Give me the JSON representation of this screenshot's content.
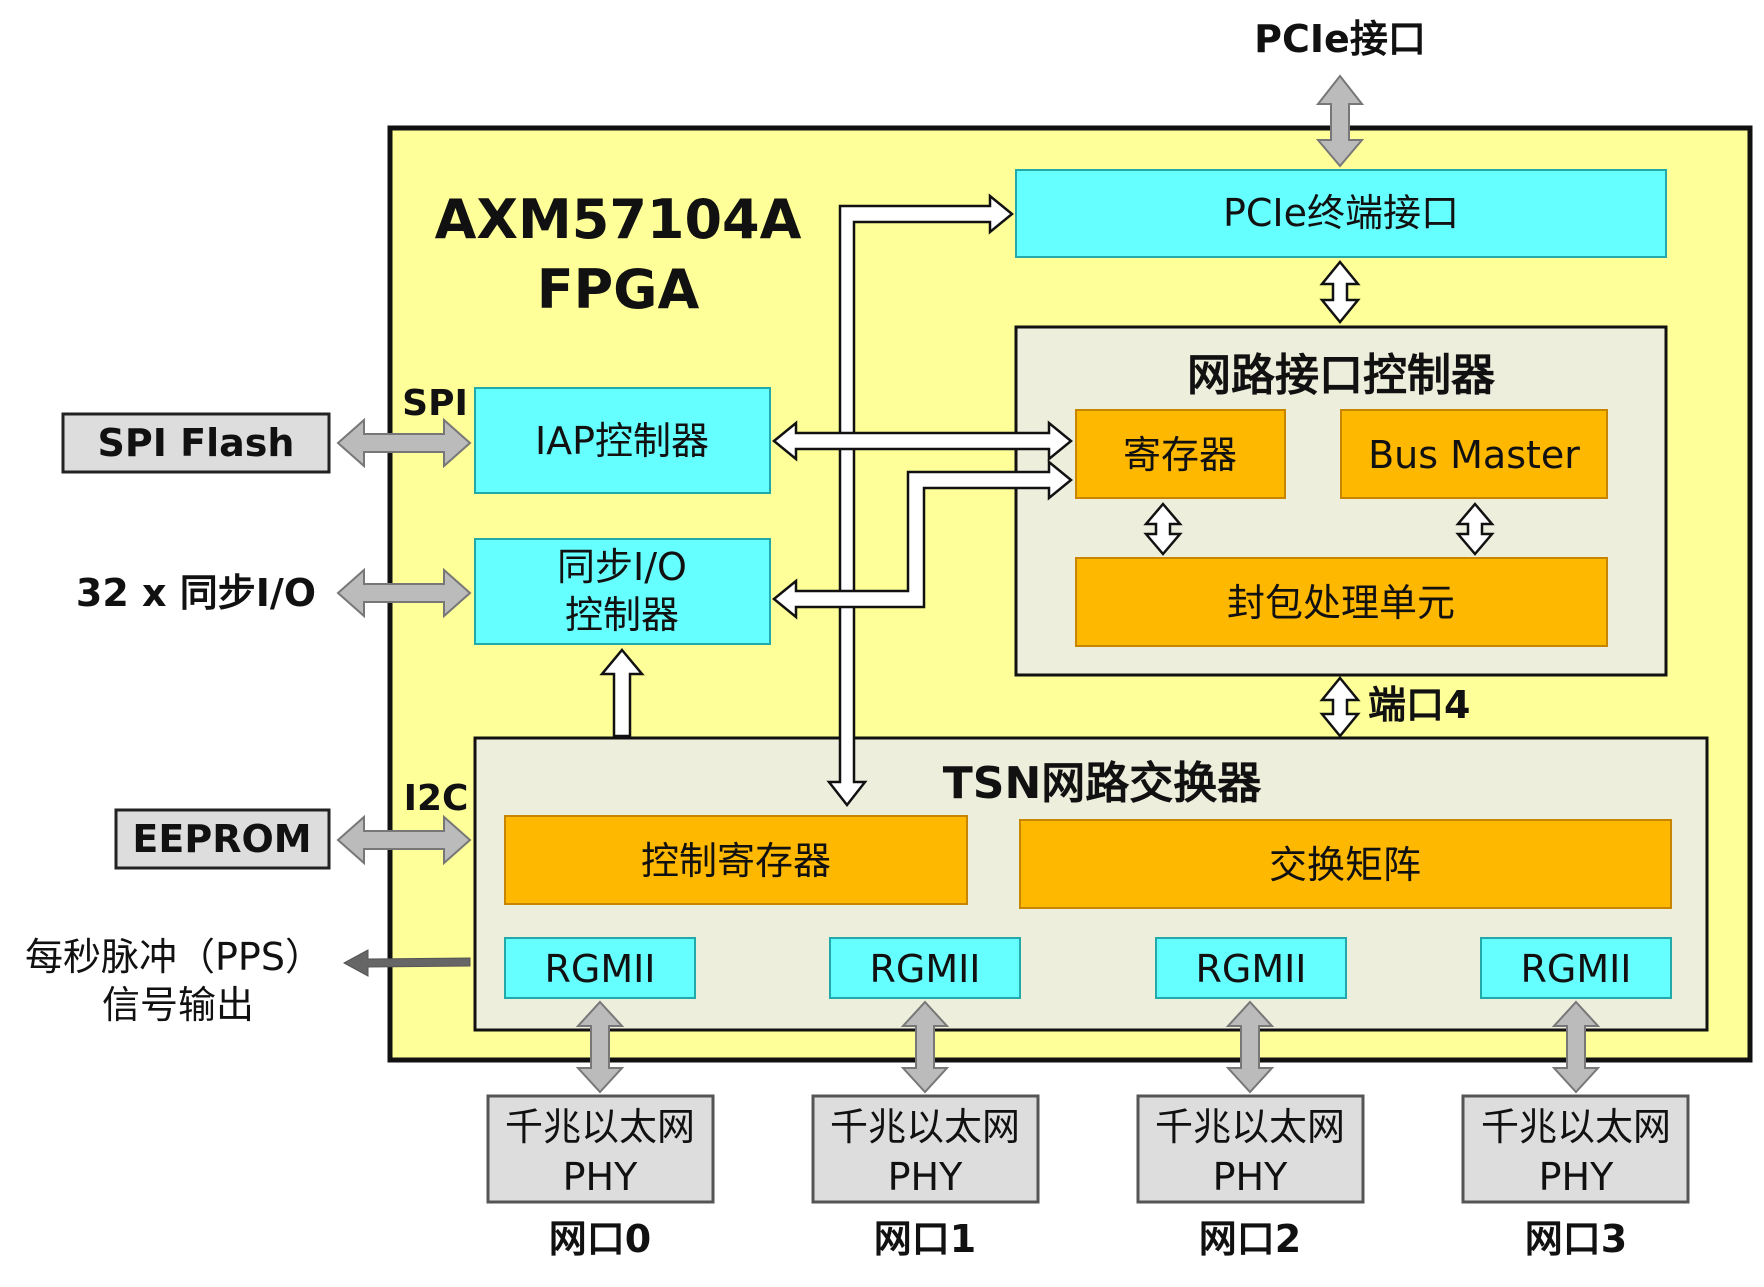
{
  "title": {
    "line1": "AXM57104A",
    "line2": "FPGA"
  },
  "external": {
    "pcie_interface": "PCIe接口",
    "spi_flash": "SPI Flash",
    "sync_io": "32 x 同步I/O",
    "eeprom": "EEPROM",
    "pps_line1": "每秒脉冲（PPS）",
    "pps_line2": "信号输出"
  },
  "buses": {
    "spi": "SPI",
    "i2c": "I2C",
    "port4": "端口4"
  },
  "blocks": {
    "pcie_endpoint": "PCIe终端接口",
    "iap_controller": "IAP控制器",
    "sync_io_line1": "同步I/O",
    "sync_io_line2": "控制器",
    "nic_title": "网路接口控制器",
    "register": "寄存器",
    "bus_master": "Bus Master",
    "packet_unit": "封包处理单元",
    "tsn_title": "TSN网路交换器",
    "control_register": "控制寄存器",
    "switch_matrix": "交换矩阵",
    "rgmii": [
      "RGMII",
      "RGMII",
      "RGMII",
      "RGMII"
    ]
  },
  "phys": [
    {
      "line1": "千兆以太网",
      "line2": "PHY",
      "port": "网口0"
    },
    {
      "line1": "千兆以太网",
      "line2": "PHY",
      "port": "网口1"
    },
    {
      "line1": "千兆以太网",
      "line2": "PHY",
      "port": "网口2"
    },
    {
      "line1": "千兆以太网",
      "line2": "PHY",
      "port": "网口3"
    }
  ],
  "colors": {
    "fpga_fill": "#FFFF99",
    "cyan_block": "#66FFFF",
    "orange_block": "#FFB800",
    "group_fill": "#EEEEDD",
    "grey_block": "#DDDDDD",
    "grey_arrow": "#BBBBBB"
  }
}
